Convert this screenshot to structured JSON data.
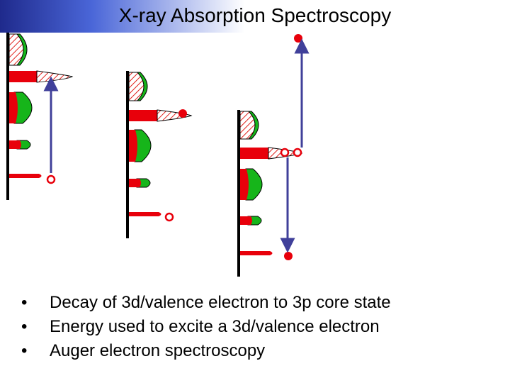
{
  "slide": {
    "title": "X-ray Absorption Spectroscopy",
    "bullets": [
      "Decay of 3d/valence electron to 3p core state",
      "Energy used to excite a 3d/valence electron",
      "Auger electron spectroscopy"
    ],
    "bullet_glyph": "•"
  },
  "colors": {
    "title_gradient_dark": "#1f2a8c",
    "title_gradient_light": "#4a66d8",
    "orbital_red": "#e8000b",
    "orbital_green": "#16b51a",
    "hatch_red": "#e0201a",
    "arrow_blue": "#40409a",
    "axis_black": "#000000"
  },
  "diagram": {
    "panels": [
      {
        "name": "absorption",
        "arrow_direction": "up",
        "electrons": [
          "hole-core",
          "excited-electron"
        ]
      },
      {
        "name": "decay",
        "arrow_direction": "none",
        "electrons": [
          "hole-core",
          "valence-electron"
        ]
      },
      {
        "name": "auger",
        "arrow_direction": "up-and-down",
        "electrons": [
          "two-valence-holes",
          "emitted-electron",
          "filled-core"
        ]
      }
    ]
  }
}
